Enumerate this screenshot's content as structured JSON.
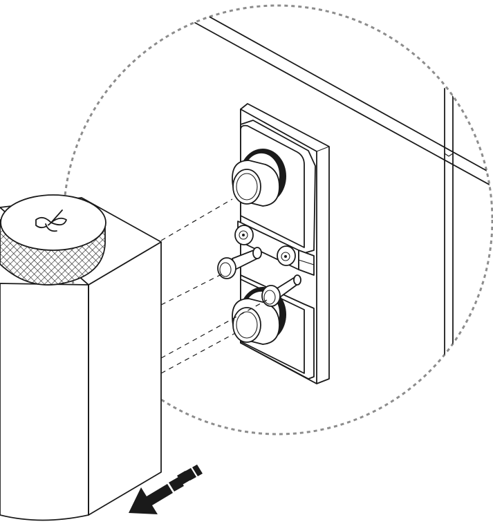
{
  "figure": {
    "description_free": true,
    "colors": {
      "ink": "#1a1a1a",
      "detail_circle": "#8c8c8c",
      "background": "#ffffff",
      "arrow": "#1a1a1a"
    },
    "icons": [
      "detail-circle",
      "wall-tile-joints",
      "mounting-bracket",
      "upper-pipe-socket",
      "lower-pipe-socket",
      "locking-pin",
      "set-screw",
      "faucet-body",
      "knurled-knob",
      "removal-arrow-icon"
    ]
  }
}
